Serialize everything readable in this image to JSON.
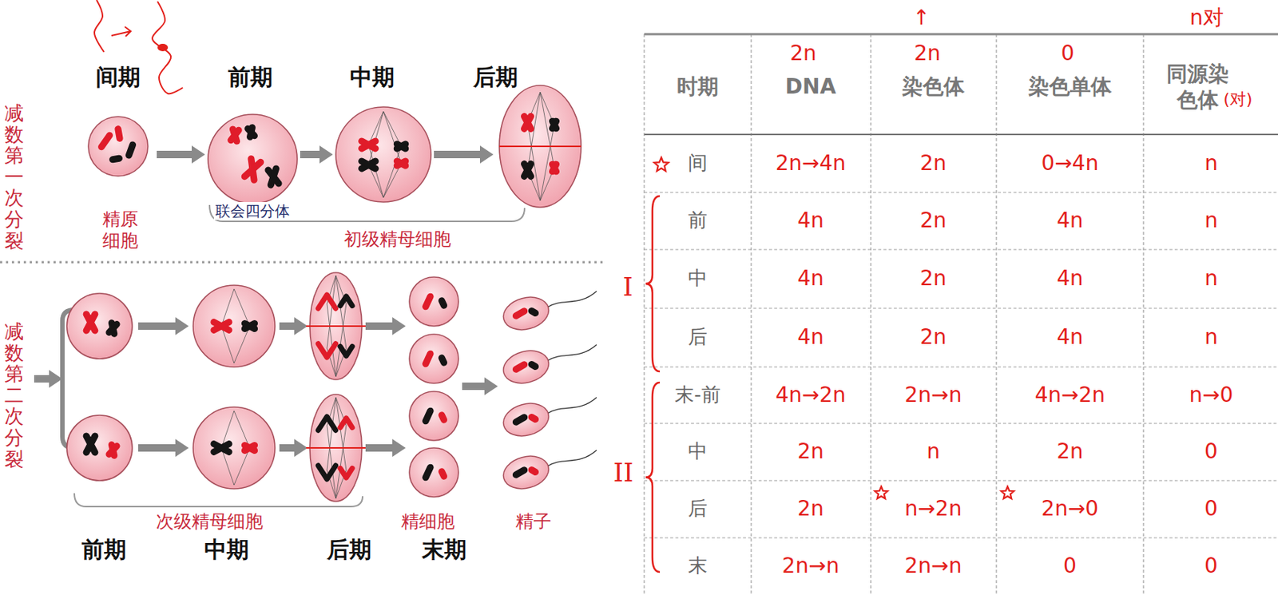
{
  "diagram": {
    "labels": [
      "间期",
      "前期",
      "中期",
      "后期",
      "减数第一次分裂",
      "精原细胞",
      "联会四分体",
      "初级精母细胞",
      "减数第二次分裂",
      "次级精母细胞",
      "精细胞",
      "精子",
      "前期",
      "中期",
      "后期",
      "末期",
      "时期",
      "DNA",
      "染色体",
      "染色单体",
      "同源染色体",
      "(对)",
      "2n",
      "↑",
      "2n",
      "0",
      "n对",
      "间",
      "2n→4n",
      "2n",
      "0→4n",
      "n",
      "前",
      "4n",
      "2n",
      "4n",
      "n",
      "中",
      "4n",
      "2n",
      "4n",
      "n",
      "后",
      "4n",
      "2n",
      "4n",
      "n",
      "末-前",
      "4n→2n",
      "2n→n",
      "4n→2n",
      "n→0",
      "中",
      "2n",
      "n",
      "2n",
      "0",
      "后",
      "2n",
      "n→2n",
      "2n→0",
      "0",
      "末",
      "2n→n",
      "2n→n",
      "0",
      "0",
      "I",
      "II"
    ]
  }
}
